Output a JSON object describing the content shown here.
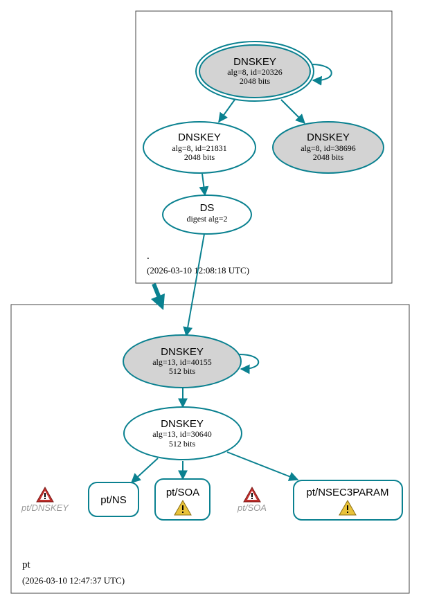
{
  "colors": {
    "edge": "#0a8190",
    "ksk_fill": "#d3d3d3",
    "node_fill": "#ffffff",
    "error_icon": "#c0302d",
    "warning_icon": "#e8c23a"
  },
  "root_zone": {
    "name": ".",
    "timestamp": "(2026-03-10 12:08:18 UTC)",
    "ksk": {
      "title": "DNSKEY",
      "detail": "alg=8, id=20326",
      "size": "2048 bits"
    },
    "zsk1": {
      "title": "DNSKEY",
      "detail": "alg=8, id=21831",
      "size": "2048 bits"
    },
    "zsk2": {
      "title": "DNSKEY",
      "detail": "alg=8, id=38696",
      "size": "2048 bits"
    },
    "ds": {
      "title": "DS",
      "detail": "digest alg=2"
    }
  },
  "pt_zone": {
    "name": "pt",
    "timestamp": "(2026-03-10 12:47:37 UTC)",
    "ksk": {
      "title": "DNSKEY",
      "detail": "alg=13, id=40155",
      "size": "512 bits"
    },
    "zsk": {
      "title": "DNSKEY",
      "detail": "alg=13, id=30640",
      "size": "512 bits"
    },
    "err_dnskey": {
      "label": "pt/DNSKEY",
      "icon": "error-triangle-icon"
    },
    "rr_ns": {
      "label": "pt/NS"
    },
    "rr_soa": {
      "label": "pt/SOA",
      "icon": "warning-triangle-icon"
    },
    "err_soa": {
      "label": "pt/SOA",
      "icon": "error-triangle-icon"
    },
    "rr_nsec3param": {
      "label": "pt/NSEC3PARAM",
      "icon": "warning-triangle-icon"
    }
  }
}
